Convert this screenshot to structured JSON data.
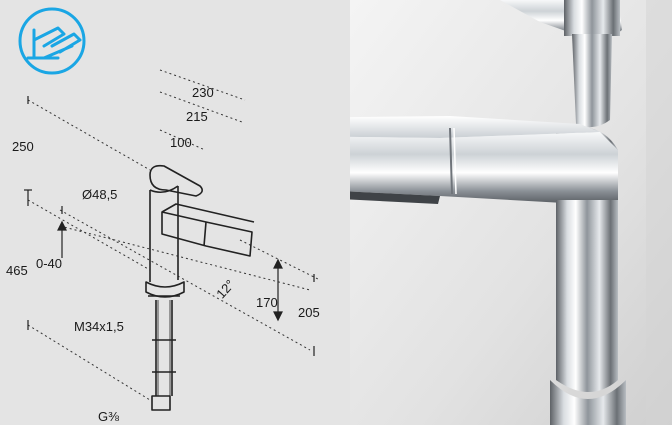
{
  "badge": {
    "icon": "pull-out-spray-icon",
    "color": "#1aa6e4"
  },
  "dimensions": {
    "d230": "230",
    "d215": "215",
    "d100": "100",
    "d250": "250",
    "d48": "Ø48,5",
    "d465": "465",
    "d0_40": "0-40",
    "d12": "12°",
    "d170": "170",
    "d205": "205",
    "thread": "M34x1,5",
    "conn": "G⅜"
  },
  "photo": {
    "subject": "faucet-photo"
  }
}
